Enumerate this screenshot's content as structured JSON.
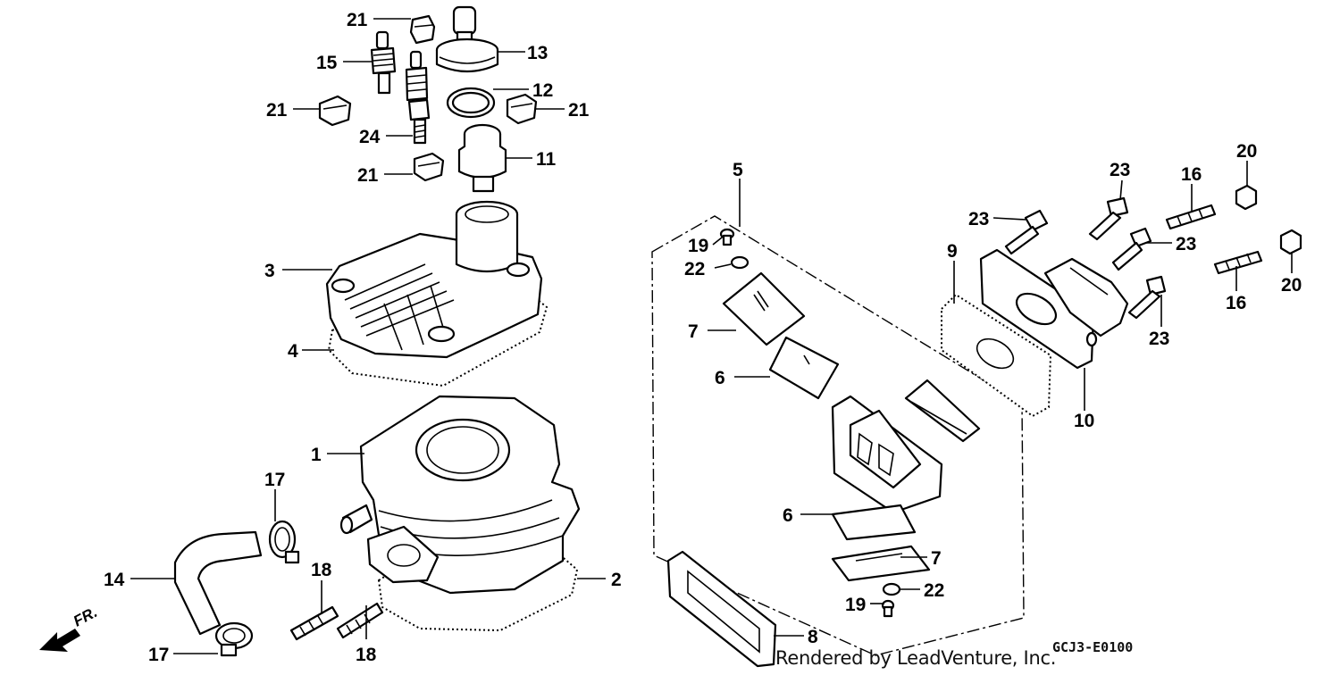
{
  "diagram": {
    "code": "GCJ3-E0100",
    "credit": "Rendered by LeadVenture, Inc.",
    "direction_marker": "FR.",
    "callouts": [
      {
        "id": "c1",
        "text": "1"
      },
      {
        "id": "c2",
        "text": "2"
      },
      {
        "id": "c3",
        "text": "3"
      },
      {
        "id": "c4",
        "text": "4"
      },
      {
        "id": "c5",
        "text": "5"
      },
      {
        "id": "c6a",
        "text": "6"
      },
      {
        "id": "c6b",
        "text": "6"
      },
      {
        "id": "c7a",
        "text": "7"
      },
      {
        "id": "c7b",
        "text": "7"
      },
      {
        "id": "c8",
        "text": "8"
      },
      {
        "id": "c9",
        "text": "9"
      },
      {
        "id": "c10",
        "text": "10"
      },
      {
        "id": "c11",
        "text": "11"
      },
      {
        "id": "c12",
        "text": "12"
      },
      {
        "id": "c13",
        "text": "13"
      },
      {
        "id": "c14",
        "text": "14"
      },
      {
        "id": "c15",
        "text": "15"
      },
      {
        "id": "c16a",
        "text": "16"
      },
      {
        "id": "c16b",
        "text": "16"
      },
      {
        "id": "c17a",
        "text": "17"
      },
      {
        "id": "c17b",
        "text": "17"
      },
      {
        "id": "c18a",
        "text": "18"
      },
      {
        "id": "c18b",
        "text": "18"
      },
      {
        "id": "c19a",
        "text": "19"
      },
      {
        "id": "c19b",
        "text": "19"
      },
      {
        "id": "c20a",
        "text": "20"
      },
      {
        "id": "c20b",
        "text": "20"
      },
      {
        "id": "c21a",
        "text": "21"
      },
      {
        "id": "c21b",
        "text": "21"
      },
      {
        "id": "c21c",
        "text": "21"
      },
      {
        "id": "c21d",
        "text": "21"
      },
      {
        "id": "c22a",
        "text": "22"
      },
      {
        "id": "c22b",
        "text": "22"
      },
      {
        "id": "c23a",
        "text": "23"
      },
      {
        "id": "c23b",
        "text": "23"
      },
      {
        "id": "c23c",
        "text": "23"
      },
      {
        "id": "c23d",
        "text": "23"
      },
      {
        "id": "c24",
        "text": "24"
      }
    ]
  }
}
